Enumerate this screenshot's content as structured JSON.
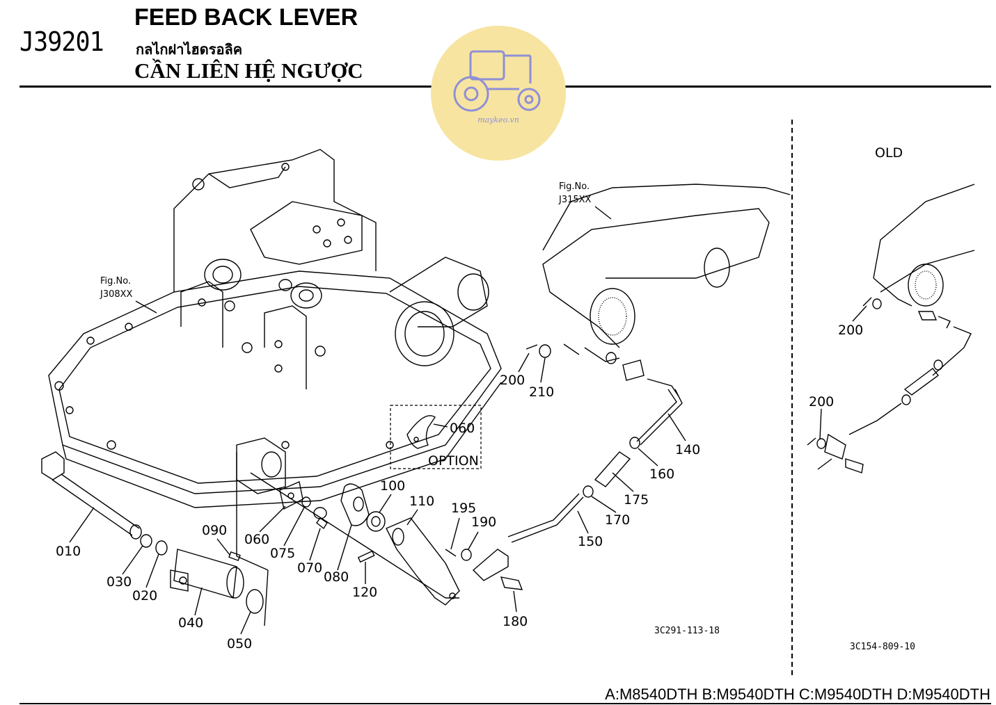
{
  "header": {
    "code": "J39201",
    "title_en": "FEED BACK LEVER",
    "title_th": "กลไกฝาไฮดรอลิค",
    "title_vi": "CẦN LIÊN HỆ NGƯỢC"
  },
  "watermark": {
    "text": "maykeo.vn",
    "color": "#f7e4a0",
    "icon_color": "#8f8fd6"
  },
  "figure_refs": {
    "left": {
      "label": "Fig.No.",
      "code": "J308XX"
    },
    "right": {
      "label": "Fig.No.",
      "code": "J315XX"
    }
  },
  "option_box": {
    "part": "060",
    "label": "OPTION"
  },
  "old_panel": {
    "heading": "OLD",
    "ref_code": "3C154-809-10",
    "parts": [
      "200",
      "200"
    ]
  },
  "main_ref_code": "3C291-113-18",
  "part_numbers": [
    "010",
    "020",
    "030",
    "040",
    "050",
    "060",
    "070",
    "075",
    "080",
    "090",
    "100",
    "110",
    "120",
    "140",
    "150",
    "160",
    "170",
    "175",
    "180",
    "190",
    "195",
    "200",
    "210"
  ],
  "footer": {
    "models": "A:M8540DTH B:M9540DTH C:M9540DTH D:M9540DTH"
  }
}
